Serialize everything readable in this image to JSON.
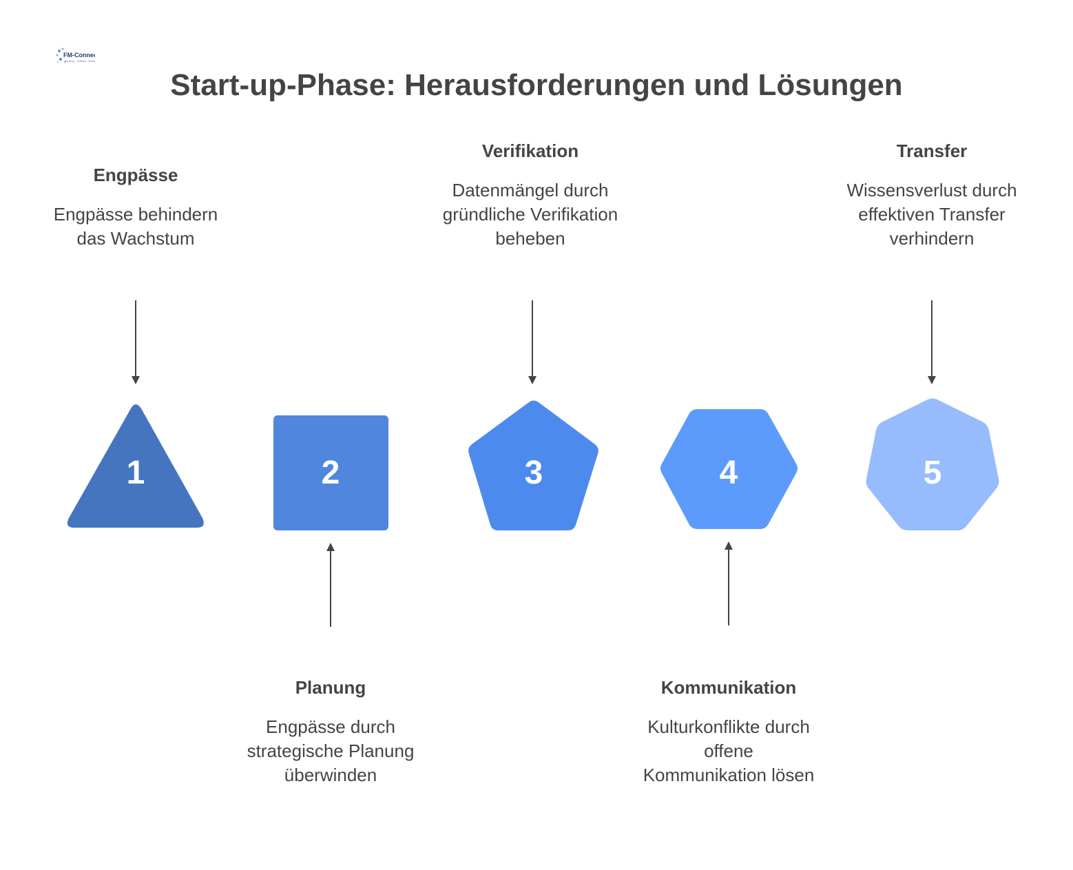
{
  "title": "Start-up-Phase: Herausforderungen und Lösungen",
  "logo": {
    "text": "FM-Connect.com",
    "icon": "fm-connect-logo"
  },
  "steps": [
    {
      "number": "1",
      "shape": "triangle",
      "color": "#4675C0",
      "heading": "Engpässe",
      "text": "Engpässe behindern\ndas Wachstum"
    },
    {
      "number": "2",
      "shape": "square",
      "color": "#5086DD",
      "heading": "Planung",
      "text": "Engpässe durch\nstrategische Planung\nüberwinden"
    },
    {
      "number": "3",
      "shape": "pentagon",
      "color": "#4D8AEE",
      "heading": "Verifikation",
      "text": "Datenmängel durch\ngründliche Verifikation\nbeheben"
    },
    {
      "number": "4",
      "shape": "hexagon",
      "color": "#5C9BFC",
      "heading": "Kommunikation",
      "text": "Kulturkonflikte durch\noffene\nKommunikation lösen"
    },
    {
      "number": "5",
      "shape": "heptagon",
      "color": "#96BCFE",
      "heading": "Transfer",
      "text": "Wissensverlust durch\neffektiven Transfer\nverhindern"
    }
  ],
  "colors": {
    "arrow": "#444444",
    "text": "#444444"
  }
}
